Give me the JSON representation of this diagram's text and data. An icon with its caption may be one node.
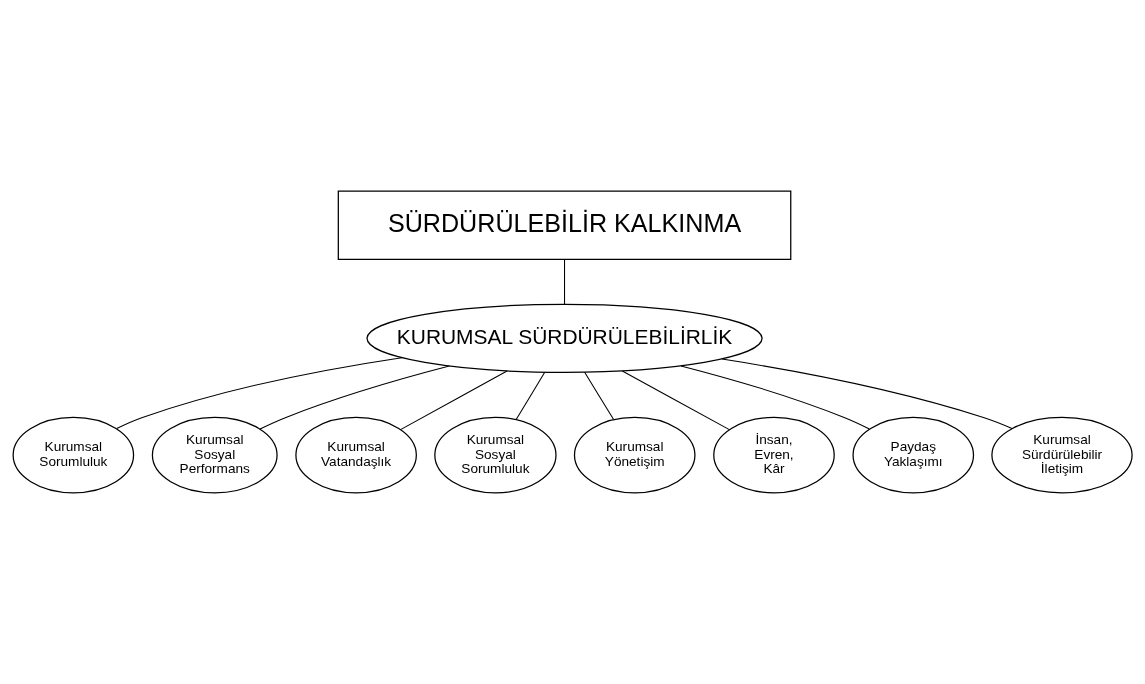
{
  "diagram": {
    "nodes": [
      {
        "text": [
          "SÜRDÜRÜLEBİLİR KALKINMA"
        ]
      },
      {
        "text": [
          "KURUMSAL SÜRDÜRÜLEBİLİRLİK"
        ]
      },
      {
        "text": [
          "Kurumsal Sorumluluk"
        ]
      },
      {
        "text": [
          "Kurumsal Sosyal Performans"
        ]
      },
      {
        "text": [
          "Kurumsal Vatandaşlık"
        ]
      },
      {
        "text": [
          "Kurumsal Sosyal Sorumluluk"
        ]
      },
      {
        "text": [
          "Kurumsal Yönetişim"
        ]
      },
      {
        "text": [
          "İnsan, Evren, Kâr"
        ]
      },
      {
        "text": [
          "Paydaş Yaklaşımı"
        ]
      },
      {
        "text": [
          "Kurumsal Sürdürülebilir İletişim"
        ]
      }
    ],
    "edges": [
      {
        "from": 0,
        "to": 1,
        "arrow": "none"
      },
      {
        "from": 1,
        "to": 2,
        "arrow": "none"
      },
      {
        "from": 1,
        "to": 3,
        "arrow": "none"
      },
      {
        "from": 1,
        "to": 4,
        "arrow": "none"
      },
      {
        "from": 1,
        "to": 5,
        "arrow": "none"
      },
      {
        "from": 1,
        "to": 6,
        "arrow": "none"
      },
      {
        "from": 1,
        "to": 7,
        "arrow": "none"
      },
      {
        "from": 1,
        "to": 8,
        "arrow": "none"
      },
      {
        "from": 1,
        "to": 9,
        "arrow": "none"
      }
    ]
  }
}
